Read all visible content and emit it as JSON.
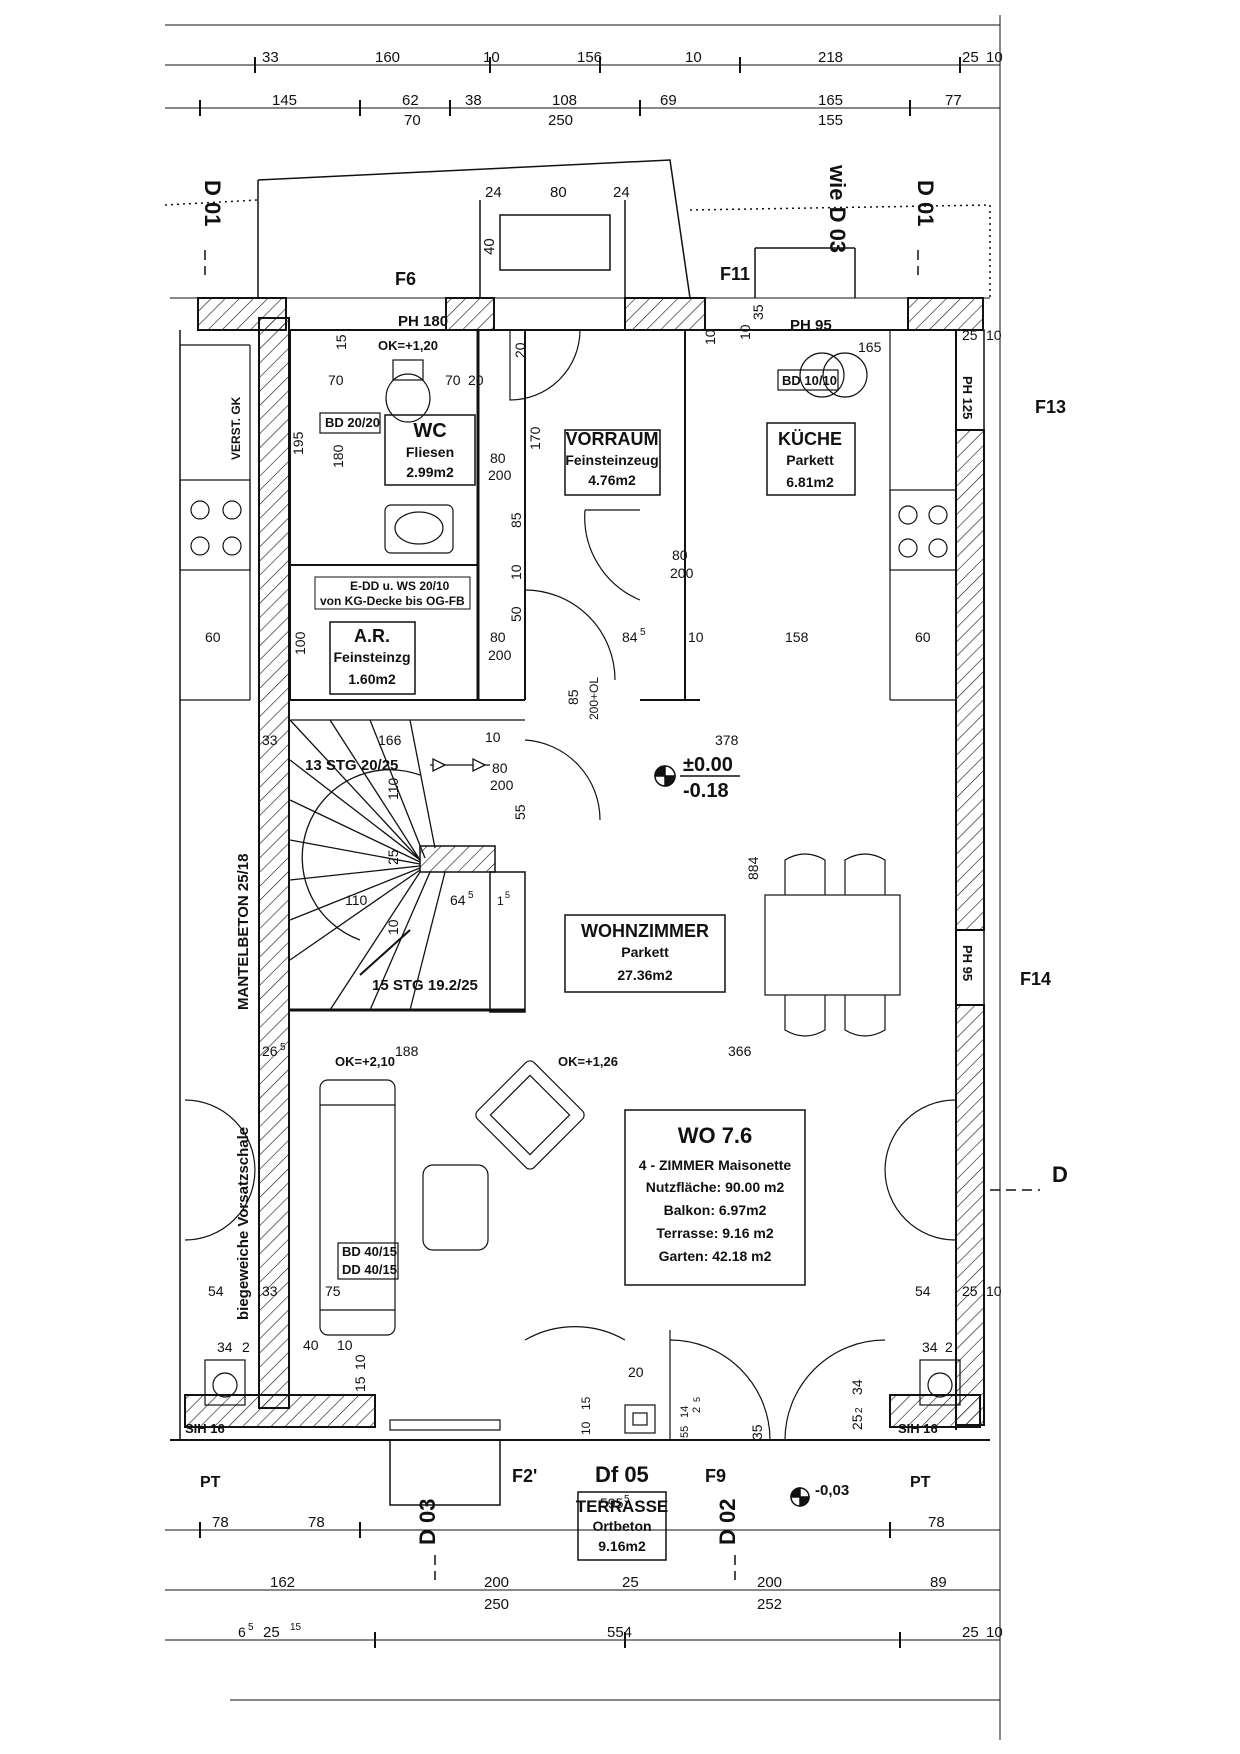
{
  "dimensions": {
    "top_row1": [
      "33",
      "160",
      "10",
      "156",
      "10",
      "218",
      "25",
      "10"
    ],
    "top_row2": [
      "145",
      "62",
      "38",
      "108",
      "69",
      "165",
      "77"
    ],
    "top_row3": [
      "70",
      "250",
      "155"
    ],
    "bottom_row1": [
      "78",
      "78",
      "78"
    ],
    "bottom_row2": [
      "162",
      "200",
      "25",
      "200",
      "89"
    ],
    "bottom_row3": [
      "250",
      "252"
    ],
    "bottom_row4": [
      "6",
      "5",
      "25",
      "15",
      "554",
      "25",
      "10"
    ],
    "entry": [
      "24",
      "80",
      "24",
      "40"
    ],
    "inner_top": [
      "15",
      "70",
      "70",
      "20",
      "20",
      "10",
      "35",
      "10",
      "165",
      "25",
      "10"
    ],
    "wc": [
      "195",
      "180",
      "80",
      "200",
      "170",
      "85",
      "10"
    ],
    "mid": [
      "60",
      "100",
      "80",
      "200",
      "84",
      "5",
      "10",
      "158",
      "60",
      "50"
    ],
    "stair": [
      "33",
      "166",
      "378",
      "10",
      "80",
      "200",
      "55",
      "85",
      "200+OL",
      "110",
      "25",
      "884",
      "110",
      "64",
      "5",
      "1",
      "5",
      "10"
    ],
    "living": [
      "26",
      "5",
      "188",
      "366",
      "54",
      "33",
      "75",
      "54",
      "25",
      "10",
      "34",
      "2",
      "34",
      "2",
      "40",
      "10",
      "15",
      "10",
      "20",
      "10",
      "15",
      "55",
      "14",
      "2",
      "5",
      "35",
      "25",
      "2",
      "34",
      "595",
      "5"
    ]
  },
  "axes": {
    "d01_left": "D 01",
    "d01_right": "D 01",
    "wie_d03": "wie D 03",
    "d03": "D 03",
    "d02": "D 02",
    "d_right": "D",
    "df05": "Df 05"
  },
  "windows": {
    "f6": "F6",
    "f11": "F11",
    "f13": "F13",
    "f14": "F14",
    "f2": "F2'",
    "f9": "F9"
  },
  "parapets": {
    "ph180": "PH 180",
    "ph95_top": "PH 95",
    "ph125": "PH 125",
    "ph95_right": "PH 95",
    "ok120": "OK=+1,20",
    "ok210": "OK=+2,10",
    "ok126": "OK=+1,26",
    "bd2020": "BD 20/20",
    "bd1010": "BD 10/10",
    "bd4015": "BD 40/15",
    "dd4015": "DD 40/15",
    "sih16_left": "SIH 16",
    "sih16_right": "SIH 16"
  },
  "notes": {
    "verst_gk": "VERST. GK",
    "mantelbeton": "MANTELBETON 25/18",
    "vorsatzschale": "biegeweiche Vorsatzschale",
    "edd_line1": "E-DD u. WS 20/10",
    "edd_line2": "von KG-Decke bis OG-FB",
    "stg13": "13 STG 20/25",
    "stg15": "15 STG 19.2/25",
    "level_main": "±0.00",
    "level_sub": "-0.18",
    "level_terrace": "-0,03",
    "pt_left": "PT",
    "pt_right": "PT"
  },
  "rooms": {
    "wc": {
      "name": "WC",
      "floor": "Fliesen",
      "area": "2.99m2"
    },
    "vorraum": {
      "name": "VORRAUM",
      "floor": "Feinsteinzeug",
      "area": "4.76m2"
    },
    "kueche": {
      "name": "KÜCHE",
      "floor": "Parkett",
      "area": "6.81m2"
    },
    "ar": {
      "name": "A.R.",
      "floor": "Feinsteinzg",
      "area": "1.60m2"
    },
    "wohnzimmer": {
      "name": "WOHNZIMMER",
      "floor": "Parkett",
      "area": "27.36m2"
    },
    "terrasse": {
      "name": "TERRASSE",
      "floor": "Ortbeton",
      "area": "9.16m2"
    }
  },
  "unit": {
    "title": "WO 7.6",
    "type": "4 - ZIMMER Maisonette",
    "nutzflaeche": "Nutzfläche: 90.00 m2",
    "balkon": "Balkon: 6.97m2",
    "terrasse": "Terrasse: 9.16 m2",
    "garten": "Garten: 42.18 m2"
  },
  "colors": {
    "line": "#111111",
    "background": "#ffffff"
  }
}
